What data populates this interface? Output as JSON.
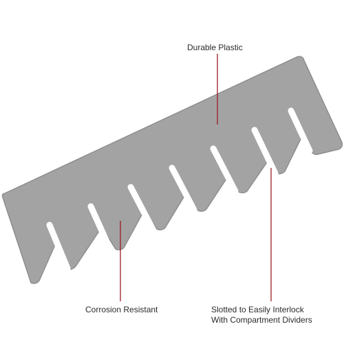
{
  "product": {
    "name": "plastic compartment divider",
    "fill_color": "#a3a3a3",
    "edge_color": "#8e8e8e",
    "slot_color": "#ffffff",
    "slot_count": 7
  },
  "callouts": {
    "line_color": "#9b1c22",
    "durable": {
      "text": "Durable Plastic"
    },
    "corrosion": {
      "text": "Corrosion Resistant"
    },
    "slotted": {
      "line1": "Slotted to Easily Interlock",
      "line2": "With Compartment Dividers"
    }
  }
}
